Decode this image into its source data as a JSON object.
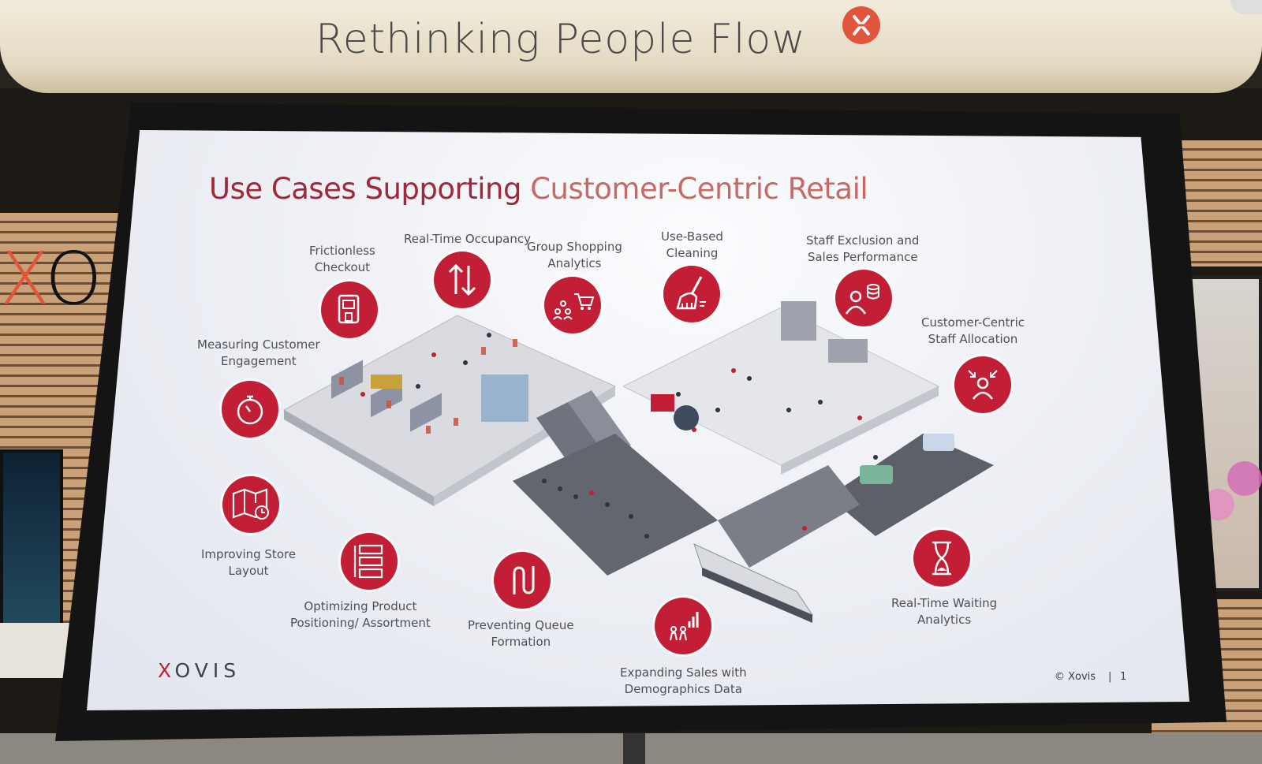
{
  "banner": {
    "title": "Rethinking People Flow",
    "logo_icon": "xovis-x-logo-icon",
    "logo_color": "#e2553d"
  },
  "wall": {
    "logo_letters": [
      "X",
      "O"
    ]
  },
  "slide": {
    "title_main": "Use Cases Supporting ",
    "title_accent": "Customer-Centric Retail",
    "title_color": "#a0283a",
    "accent_color": "#c21f36",
    "use_cases": [
      {
        "id": "frictionless-checkout",
        "line1": "Frictionless",
        "line2": "Checkout",
        "icon": "checkout-terminal-icon"
      },
      {
        "id": "real-time-occupancy",
        "line1": "Real-Time Occupancy",
        "line2": "",
        "icon": "up-down-arrows-icon"
      },
      {
        "id": "group-shopping-analytics",
        "line1": "Group Shopping",
        "line2": "Analytics",
        "icon": "group-cart-icon"
      },
      {
        "id": "use-based-cleaning",
        "line1": "Use-Based",
        "line2": "Cleaning",
        "icon": "broom-icon"
      },
      {
        "id": "staff-exclusion",
        "line1": "Staff Exclusion and",
        "line2": "Sales Performance",
        "icon": "staff-coins-icon"
      },
      {
        "id": "customer-centric-staff",
        "line1": "Customer-Centric",
        "line2": "Staff Allocation",
        "icon": "staff-allocation-icon"
      },
      {
        "id": "measuring-engagement",
        "line1": "Measuring Customer",
        "line2": "Engagement",
        "icon": "stopwatch-icon"
      },
      {
        "id": "improving-store-layout",
        "line1": "Improving Store",
        "line2": "Layout",
        "icon": "map-clock-icon"
      },
      {
        "id": "optimizing-product",
        "line1": "Optimizing Product",
        "line2": "Positioning/ Assortment",
        "icon": "shelf-layout-icon"
      },
      {
        "id": "preventing-queue",
        "line1": "Preventing Queue",
        "line2": "Formation",
        "icon": "queue-path-icon"
      },
      {
        "id": "expanding-sales",
        "line1": "Expanding Sales with",
        "line2": "Demographics Data",
        "icon": "demographics-chart-icon"
      },
      {
        "id": "real-time-waiting",
        "line1": "Real-Time Waiting",
        "line2": "Analytics",
        "icon": "hourglass-icon"
      }
    ],
    "footer": {
      "brand_x": "X",
      "brand_rest": "OVIS",
      "copyright": "© Xovis",
      "separator": "|",
      "page": "1"
    }
  }
}
